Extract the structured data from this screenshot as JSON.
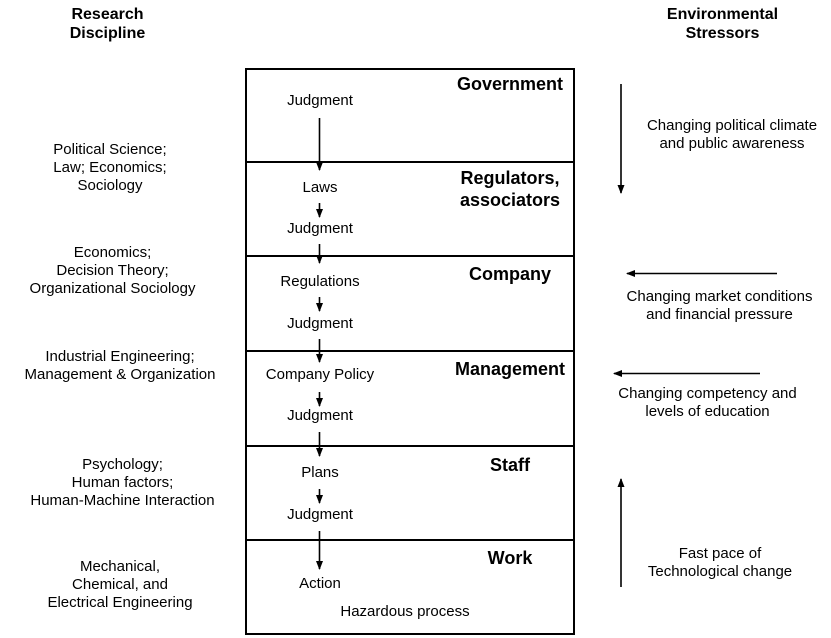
{
  "page": {
    "background_color": "#ffffff",
    "text_color": "#000000",
    "line_color": "#000000"
  },
  "left_column": {
    "header": {
      "line1": "Research",
      "line2": "Discipline"
    },
    "disciplines": [
      {
        "lines": [
          "Political Science;",
          "Law; Economics;",
          "Sociology"
        ]
      },
      {
        "lines": [
          "Economics;",
          "Decision Theory;",
          "Organizational Sociology"
        ]
      },
      {
        "lines": [
          "Industrial Engineering;",
          "Management & Organization"
        ]
      },
      {
        "lines": [
          "Psychology;",
          "Human factors;",
          "Human-Machine Interaction"
        ]
      },
      {
        "lines": [
          "Mechanical,",
          "Chemical, and",
          "Electrical Engineering"
        ]
      }
    ]
  },
  "hierarchy": {
    "levels": [
      {
        "title_lines": [
          "Government"
        ],
        "flow_labels": [
          "Judgment"
        ]
      },
      {
        "title_lines": [
          "Regulators,",
          "associators"
        ],
        "flow_labels": [
          "Laws",
          "Judgment"
        ]
      },
      {
        "title_lines": [
          "Company"
        ],
        "flow_labels": [
          "Regulations",
          "Judgment"
        ]
      },
      {
        "title_lines": [
          "Management"
        ],
        "flow_labels": [
          "Company Policy",
          "Judgment"
        ]
      },
      {
        "title_lines": [
          "Staff"
        ],
        "flow_labels": [
          "Plans",
          "Judgment"
        ]
      },
      {
        "title_lines": [
          "Work"
        ],
        "flow_labels": [
          "Action"
        ],
        "footer": "Hazardous process"
      }
    ]
  },
  "right_column": {
    "header": {
      "line1": "Environmental",
      "line2": "Stressors"
    },
    "stressors": [
      {
        "arrow_direction": "down",
        "lines": [
          "Changing political climate",
          "and public awareness"
        ]
      },
      {
        "arrow_direction": "left",
        "lines": [
          "Changing market conditions",
          "and financial pressure"
        ]
      },
      {
        "arrow_direction": "left",
        "lines": [
          "Changing competency and",
          "levels of education"
        ]
      },
      {
        "arrow_direction": "up",
        "lines": [
          "Fast pace of",
          "Technological change"
        ]
      }
    ]
  }
}
